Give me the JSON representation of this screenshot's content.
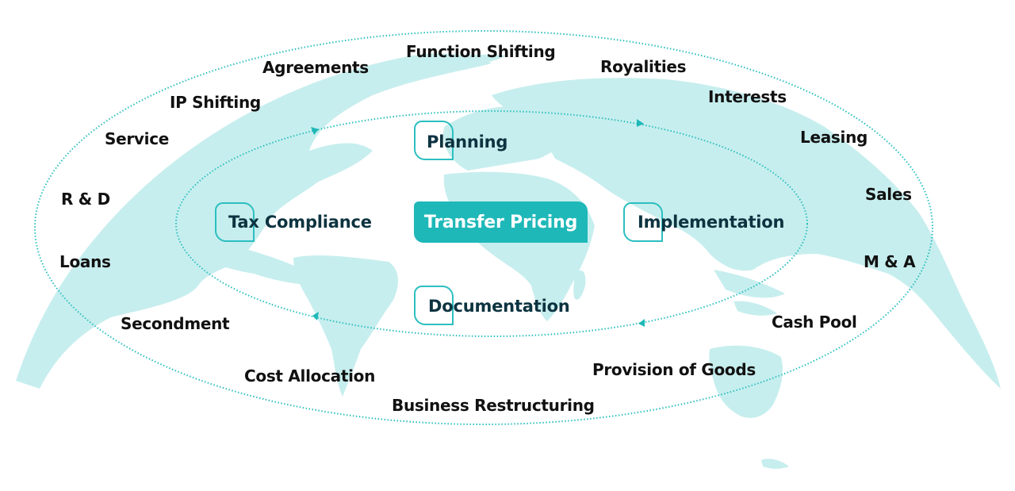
{
  "diagram": {
    "title": "Transfer Pricing",
    "colors": {
      "accent": "#1fb8b8",
      "map_fill": "#c7eeee",
      "outer_text": "#111111",
      "inner_text": "#0d3340",
      "dotted_line": "#2cbfc0"
    },
    "center": {
      "label": "Transfer Pricing"
    },
    "inner_cycle": [
      {
        "id": "planning",
        "label": "Planning"
      },
      {
        "id": "implementation",
        "label": "Implementation"
      },
      {
        "id": "documentation",
        "label": "Documentation"
      },
      {
        "id": "tax-compliance",
        "label": "Tax Compliance"
      }
    ],
    "outer_items": [
      {
        "id": "function-shifting",
        "label": "Function Shifting"
      },
      {
        "id": "royalities",
        "label": "Royalities"
      },
      {
        "id": "interests",
        "label": "Interests"
      },
      {
        "id": "leasing",
        "label": "Leasing"
      },
      {
        "id": "sales",
        "label": "Sales"
      },
      {
        "id": "m-and-a",
        "label": "M & A"
      },
      {
        "id": "cash-pool",
        "label": "Cash Pool"
      },
      {
        "id": "provision-of-goods",
        "label": "Provision of Goods"
      },
      {
        "id": "business-restructuring",
        "label": "Business Restructuring"
      },
      {
        "id": "cost-allocation",
        "label": "Cost Allocation"
      },
      {
        "id": "secondment",
        "label": "Secondment"
      },
      {
        "id": "loans",
        "label": "Loans"
      },
      {
        "id": "r-and-d",
        "label": "R & D"
      },
      {
        "id": "service",
        "label": "Service"
      },
      {
        "id": "ip-shifting",
        "label": "IP Shifting"
      },
      {
        "id": "agreements",
        "label": "Agreements"
      }
    ],
    "background": {
      "icon": "world-map-icon"
    }
  }
}
